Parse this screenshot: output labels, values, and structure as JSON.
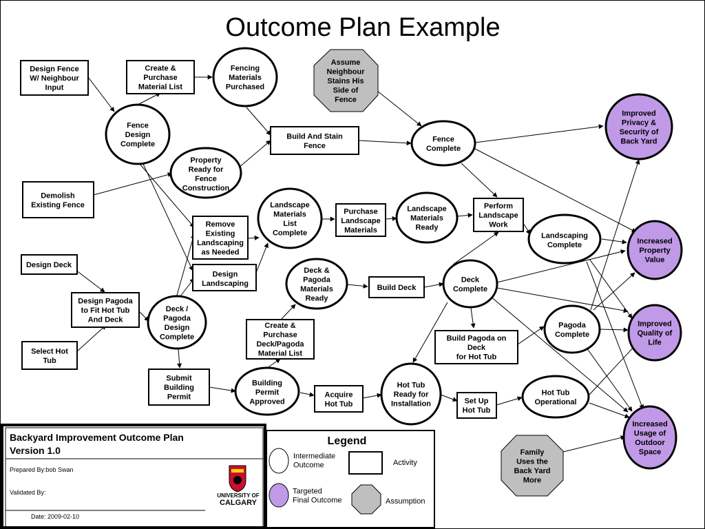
{
  "title": "Outcome Plan Example",
  "colors": {
    "target": "#c09ae6",
    "assumption": "#bfbfbf",
    "stroke": "#000000"
  },
  "nodes": {
    "design_fence": "Design Fence\nW/ Neighbour\nInput",
    "create_purchase_material": "Create &\nPurchase\nMaterial List",
    "fencing_materials_purchased": "Fencing\nMaterials\nPurchased",
    "assume_neighbour": "Assume\nNeighbour\nStains His\nSide of\nFence",
    "fence_design_complete": "Fence\nDesign\nComplete",
    "build_stain_fence": "Build And Stain\nFence",
    "fence_complete": "Fence\nComplete",
    "improved_privacy": "Improved\nPrivacy &\nSecurity of\nBack Yard",
    "property_ready": "Property\nReady for\nFence\nConstruction",
    "demolish_fence": "Demolish\nExisting Fence",
    "landscape_list_complete": "Landscape\nMaterials\nList\nComplete",
    "purchase_landscape": "Purchase\nLandscape\nMaterials",
    "landscape_ready": "Landscape\nMaterials\nReady",
    "perform_landscape": "Perform\nLandscape\nWork",
    "landscaping_complete": "Landscaping\nComplete",
    "increased_value": "Increased\nProperty\nValue",
    "remove_landscaping": "Remove\nExisting\nLandscaping\nas Needed",
    "design_landscaping": "Design\nLandscaping",
    "design_deck": "Design Deck",
    "design_pagoda": "Design Pagoda\nto Fit Hot Tub\nAnd Deck",
    "deck_pagoda_design_complete": "Deck /\nPagoda\nDesign\nComplete",
    "deck_pagoda_ready": "Deck &\nPagoda\nMaterials\nReady",
    "build_deck": "Build Deck",
    "deck_complete": "Deck\nComplete",
    "create_deck_list": "Create &\nPurchase\nDeck/Pagoda\nMaterial List",
    "build_pagoda": "Build Pagoda on\nDeck\nfor  Hot Tub",
    "pagoda_complete": "Pagoda\nComplete",
    "improved_quality": "Improved\nQuality of\nLife",
    "select_hot_tub": "Select Hot\nTub",
    "submit_permit": "Submit\nBuilding\nPermit",
    "permit_approved": "Building\nPermit\nApproved",
    "acquire_hot_tub": "Acquire\nHot Tub",
    "hot_tub_ready": "Hot Tub\nReady for\nInstallation",
    "set_up_hot_tub": "Set Up\nHot Tub",
    "hot_tub_operational": "Hot Tub\nOperational",
    "increased_usage": "Increased\nUsage of\nOutdoor\nSpace",
    "family_uses": "Family\nUses the\nBack Yard\nMore"
  },
  "info": {
    "title_line1": "Backyard Improvement Outcome Plan",
    "title_line2": "Version 1.0",
    "prepared_by": "Prepared By:bob Swan",
    "validated_by": "Validated By:",
    "date": "Date: 2009-02-10",
    "logo_line1": "UNIVERSITY OF",
    "logo_line2": "CALGARY"
  },
  "legend": {
    "title": "Legend",
    "intermediate": "Intermediate\nOutcome",
    "activity": "Activity",
    "targeted": "Targeted\nFinal Outcome",
    "assumption": "Assumption"
  }
}
